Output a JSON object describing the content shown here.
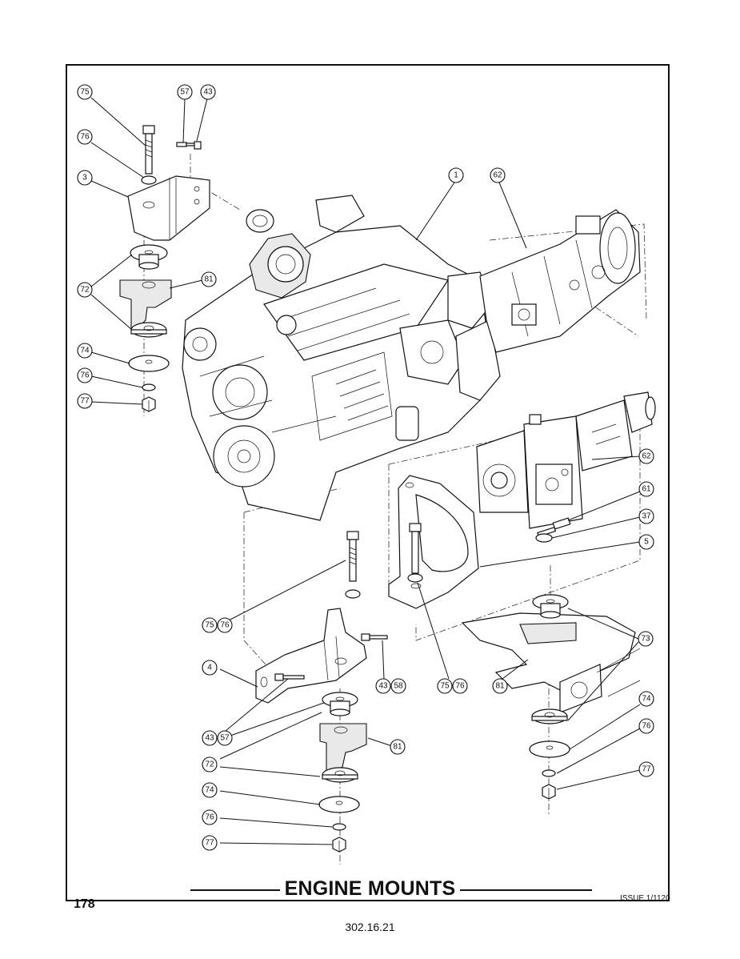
{
  "title": "ENGINE MOUNTS",
  "page_number": "178",
  "issue": "ISSUE 1/1120",
  "reference": "302.16.21",
  "callouts": {
    "c75a": "75",
    "c57a": "57",
    "c43a": "43",
    "c76a": "76",
    "c3": "3",
    "c72a": "72",
    "c81a": "81",
    "c74a": "74",
    "c76b": "76",
    "c77a": "77",
    "c1": "1",
    "c62a": "62",
    "c62b": "62",
    "c61": "61",
    "c37": "37",
    "c5": "5",
    "c75b": "75",
    "c76c": "76",
    "c4": "4",
    "c43b": "43",
    "c58": "58",
    "c75c": "75",
    "c76d": "76",
    "c81b": "81",
    "c73": "73",
    "c43c": "43",
    "c57b": "57",
    "c72b": "72",
    "c81c": "81",
    "c74b": "74",
    "c74c": "74",
    "c76e": "76",
    "c76f": "76",
    "c77b": "77",
    "c77c": "77"
  }
}
